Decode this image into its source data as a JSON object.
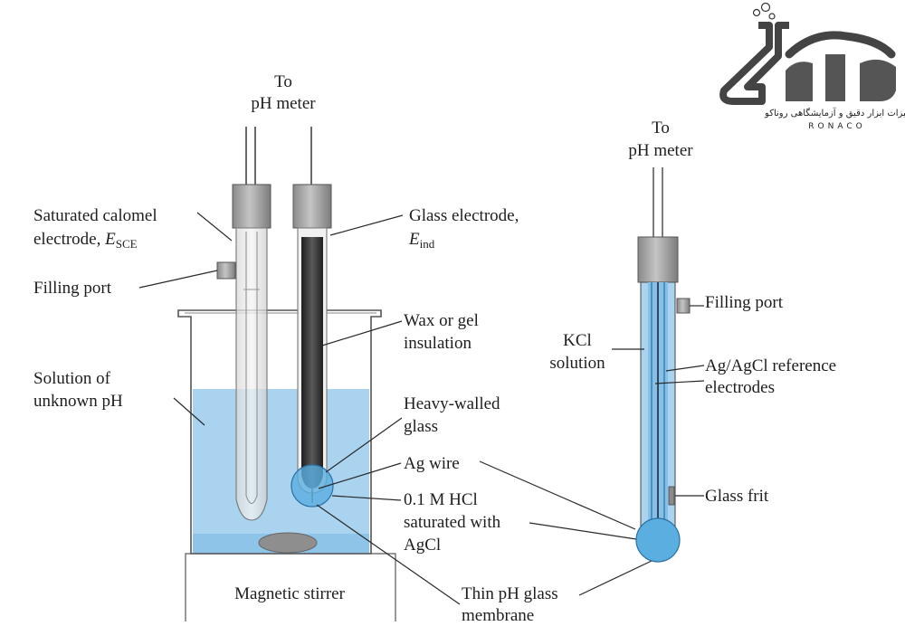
{
  "logo": {
    "persian_text": "تجهیزات ابزار دقیق و آزمایشگاهی روناکو",
    "latin_text": "RONACO"
  },
  "left_apparatus": {
    "to_meter_line1": "To",
    "to_meter_line2": "pH meter",
    "calomel_line1": "Saturated calomel",
    "calomel_line2": "electrode, ",
    "calomel_symbol": "E",
    "calomel_subscript": "SCE",
    "glass_electrode_line1": "Glass electrode,",
    "glass_electrode_symbol": "E",
    "glass_electrode_subscript": "ind",
    "filling_port": "Filling port",
    "wax_line1": "Wax or gel",
    "wax_line2": "insulation",
    "solution_line1": "Solution of",
    "solution_line2": "unknown pH",
    "heavy_line1": "Heavy-walled",
    "heavy_line2": "glass",
    "ag_wire": "Ag wire",
    "hcl_line1": "0.1 M HCl",
    "hcl_line2": "saturated with",
    "hcl_line3": "AgCl",
    "stirrer": "Magnetic stirrer",
    "membrane_line1": "Thin pH glass",
    "membrane_line2": "membrane"
  },
  "right_apparatus": {
    "to_meter_line1": "To",
    "to_meter_line2": "pH meter",
    "filling_port": "Filling port",
    "kcl_line1": "KCl",
    "kcl_line2": "solution",
    "agcl_line1": "Ag/AgCl reference",
    "agcl_line2": "electrodes",
    "glass_frit": "Glass frit"
  },
  "colors": {
    "solution": "#a9d3ee",
    "solution_deep": "#5aaee0",
    "electrode_dark": "#3a3a3a",
    "cap_gray": "#9c9c9c",
    "stirrer_disk": "#8e8e8e"
  }
}
